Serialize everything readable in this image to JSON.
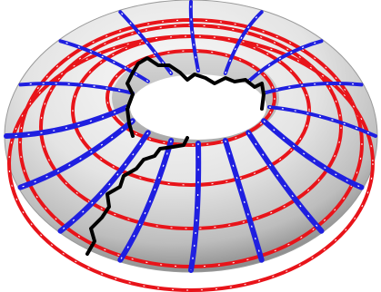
{
  "figure": {
    "kind": "torus-curves-illustration",
    "icon_name": "torus-icon",
    "colors": {
      "background": "#ffffff",
      "surface_light": "#f5f5f5",
      "surface_mid": "#cfcfcf",
      "surface_dark": "#9a9a9a",
      "toroidal_circles": "#e8141a",
      "poloidal_circles": "#1f1fe0",
      "wandering_curve": "#000000",
      "arrow_marks": "#ffffff"
    },
    "counts": {
      "red_toroidal_circles": 5,
      "blue_poloidal_circles": 16,
      "black_curves": 1
    }
  }
}
